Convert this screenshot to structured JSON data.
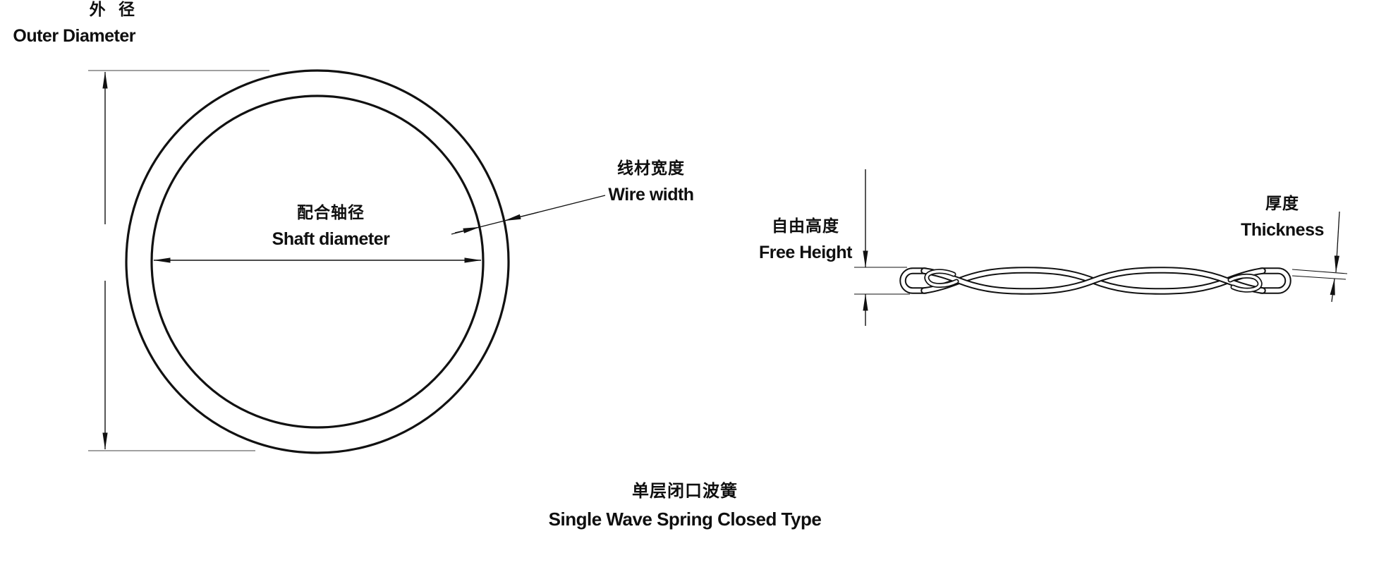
{
  "caption": {
    "zh": "单层闭口波簧",
    "en": "Single Wave Spring Closed Type"
  },
  "ring_view": {
    "outer_diameter": {
      "zh": "外 径",
      "en": "Outer Diameter"
    },
    "shaft_diameter": {
      "zh": "配合轴径",
      "en": "Shaft diameter"
    },
    "wire_width": {
      "zh": "线材宽度",
      "en": "Wire width"
    }
  },
  "side_view": {
    "free_height": {
      "zh": "自由高度",
      "en": "Free Height"
    },
    "thickness": {
      "zh": "厚度",
      "en": "Thickness"
    }
  },
  "colors": {
    "ink": "#111111",
    "extension_line": "#808080",
    "background": "#ffffff"
  }
}
